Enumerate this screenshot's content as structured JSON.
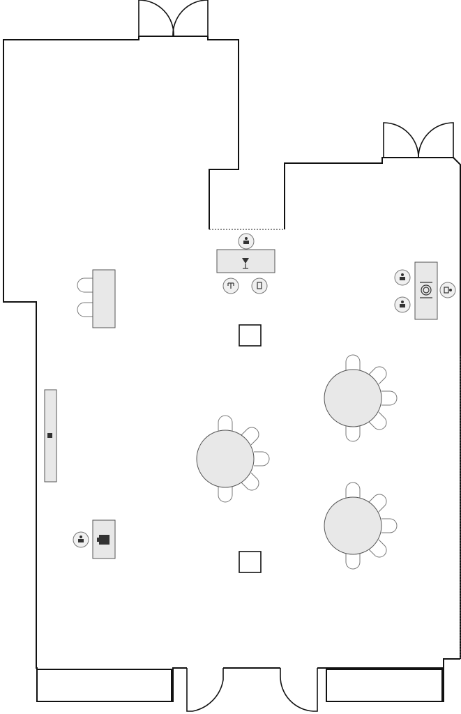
{
  "floor_plan": {
    "colors": {
      "wall": "#111111",
      "furniture": "#e8e8e8",
      "chair": "#ffffff",
      "background": "#ffffff"
    },
    "elements": [
      "exterior-walls",
      "double-door-top-left",
      "double-door-top-right",
      "single-door-bottom-left",
      "single-door-bottom-right",
      "round-table-1",
      "round-table-2",
      "round-table-3",
      "pillar-1",
      "pillar-2",
      "bar-counter",
      "buffet-table-left",
      "side-table-left",
      "dj-table",
      "display-table-right"
    ],
    "icons": [
      "person-icon",
      "network-icon",
      "drink-icon",
      "cup-icon",
      "speaker-icon",
      "projector-icon",
      "power-icon",
      "monitor-icon"
    ]
  }
}
